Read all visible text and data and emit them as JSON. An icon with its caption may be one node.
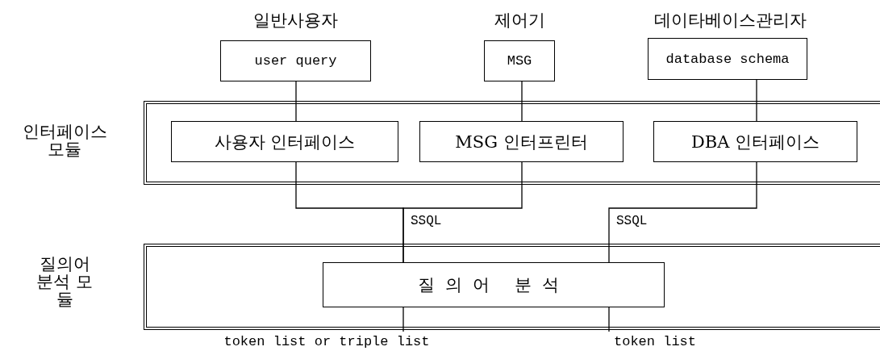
{
  "diagram": {
    "nodes": [
      {
        "text": [
          "user query"
        ],
        "beside": [
          "일반사용자"
        ]
      },
      {
        "text": [
          "MSG"
        ],
        "beside": [
          "제어기"
        ]
      },
      {
        "text": [
          "database schema"
        ],
        "beside": [
          "데이타베이스관리자"
        ]
      },
      {
        "text": [],
        "shape": "box",
        "beside": [
          "인터페이스 모듈"
        ]
      },
      {
        "text": [
          "사용자 인터페이스"
        ],
        "in": 3
      },
      {
        "text": [
          "MSG 인터프린터"
        ],
        "in": 3
      },
      {
        "text": [
          "DBA 인터페이스"
        ],
        "in": 3
      },
      {
        "text": [],
        "shape": "box",
        "beside": [
          "질의어 분석 모듈"
        ]
      },
      {
        "text": [
          "질의어 분석"
        ],
        "in": 7
      },
      {
        "text": [
          "token list or triple list"
        ]
      },
      {
        "text": [
          "token list"
        ]
      }
    ],
    "edges": [
      {
        "from": 0,
        "to": 4,
        "arrow": "none"
      },
      {
        "from": 1,
        "to": 5,
        "arrow": "none"
      },
      {
        "from": 2,
        "to": 6,
        "arrow": "none"
      },
      {
        "from": 4,
        "to": 8,
        "arrow": "none",
        "label": "SSQL"
      },
      {
        "from": 5,
        "to": 8,
        "arrow": "none"
      },
      {
        "from": 8,
        "to": 9,
        "arrow": "none"
      },
      {
        "from": 6,
        "to": 8,
        "arrow": "none",
        "label": "SSQL"
      },
      {
        "from": 8,
        "to": 10,
        "arrow": "none"
      }
    ]
  }
}
